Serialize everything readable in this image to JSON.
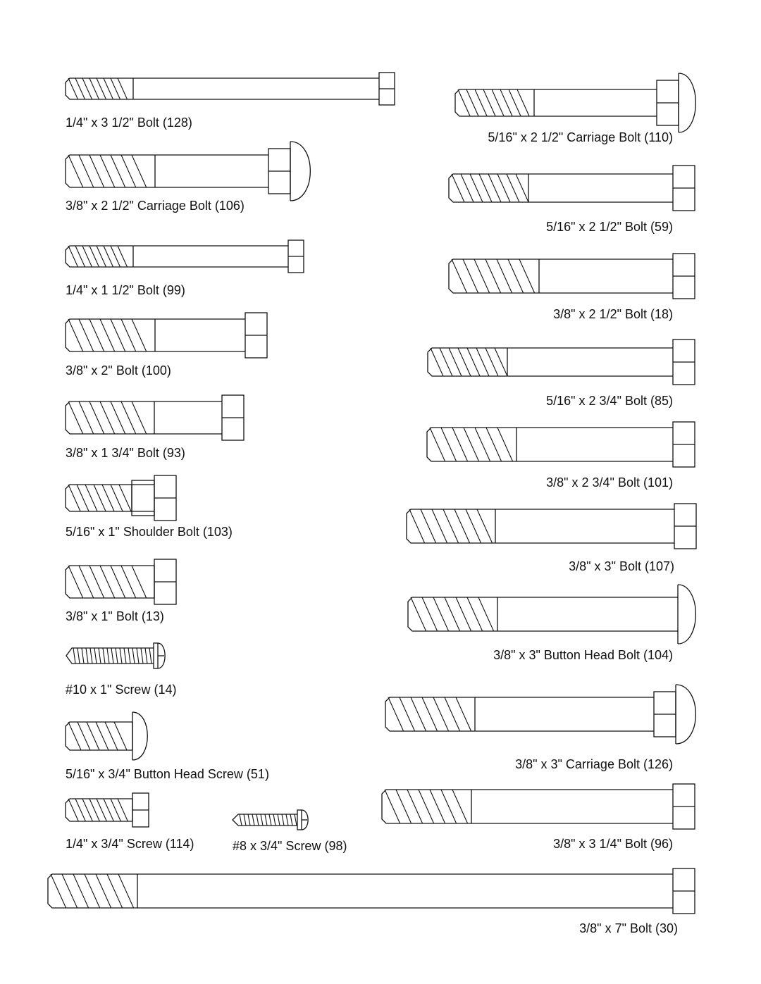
{
  "hardware": [
    {
      "id": "bolt-128",
      "label": "1/4\" x 3 1/2\" Bolt (128)",
      "type": "hex"
    },
    {
      "id": "carriage-bolt-110",
      "label": "5/16\" x 2 1/2\" Carriage Bolt (110)",
      "type": "carriage"
    },
    {
      "id": "carriage-bolt-106",
      "label": "3/8\" x 2 1/2\" Carriage Bolt (106)",
      "type": "carriage"
    },
    {
      "id": "bolt-59",
      "label": "5/16\" x 2 1/2\" Bolt (59)",
      "type": "hex"
    },
    {
      "id": "bolt-99",
      "label": "1/4\" x 1 1/2\" Bolt (99)",
      "type": "hex"
    },
    {
      "id": "bolt-18",
      "label": "3/8\" x 2 1/2\" Bolt (18)",
      "type": "hex"
    },
    {
      "id": "bolt-100",
      "label": "3/8\" x 2\" Bolt (100)",
      "type": "hex"
    },
    {
      "id": "bolt-85",
      "label": "5/16\" x 2 3/4\" Bolt (85)",
      "type": "hex"
    },
    {
      "id": "bolt-93",
      "label": "3/8\" x 1 3/4\" Bolt (93)",
      "type": "hex"
    },
    {
      "id": "bolt-101",
      "label": "3/8\" x 2 3/4\" Bolt (101)",
      "type": "hex"
    },
    {
      "id": "shoulder-bolt-103",
      "label": "5/16\" x 1\" Shoulder Bolt (103)",
      "type": "shoulder"
    },
    {
      "id": "bolt-107",
      "label": "3/8\" x 3\" Bolt (107)",
      "type": "hex"
    },
    {
      "id": "bolt-13",
      "label": "3/8\" x 1\" Bolt (13)",
      "type": "hex"
    },
    {
      "id": "button-head-bolt-104",
      "label": "3/8\" x 3\" Button Head Bolt (104)",
      "type": "button"
    },
    {
      "id": "screw-14",
      "label": "#10 x 1\" Screw (14)",
      "type": "screw"
    },
    {
      "id": "carriage-bolt-126",
      "label": "3/8\" x 3\" Carriage Bolt (126)",
      "type": "carriage"
    },
    {
      "id": "button-head-screw-51",
      "label": "5/16\" x 3/4\" Button Head Screw (51)",
      "type": "button"
    },
    {
      "id": "screw-114",
      "label": "1/4\" x 3/4\" Screw (114)",
      "type": "hex"
    },
    {
      "id": "screw-98",
      "label": "#8 x 3/4\" Screw (98)",
      "type": "screw"
    },
    {
      "id": "bolt-96",
      "label": "3/8\" x 3 1/4\" Bolt (96)",
      "type": "hex"
    },
    {
      "id": "bolt-30",
      "label": "3/8\" x 7\" Bolt (30)",
      "type": "hex"
    }
  ]
}
